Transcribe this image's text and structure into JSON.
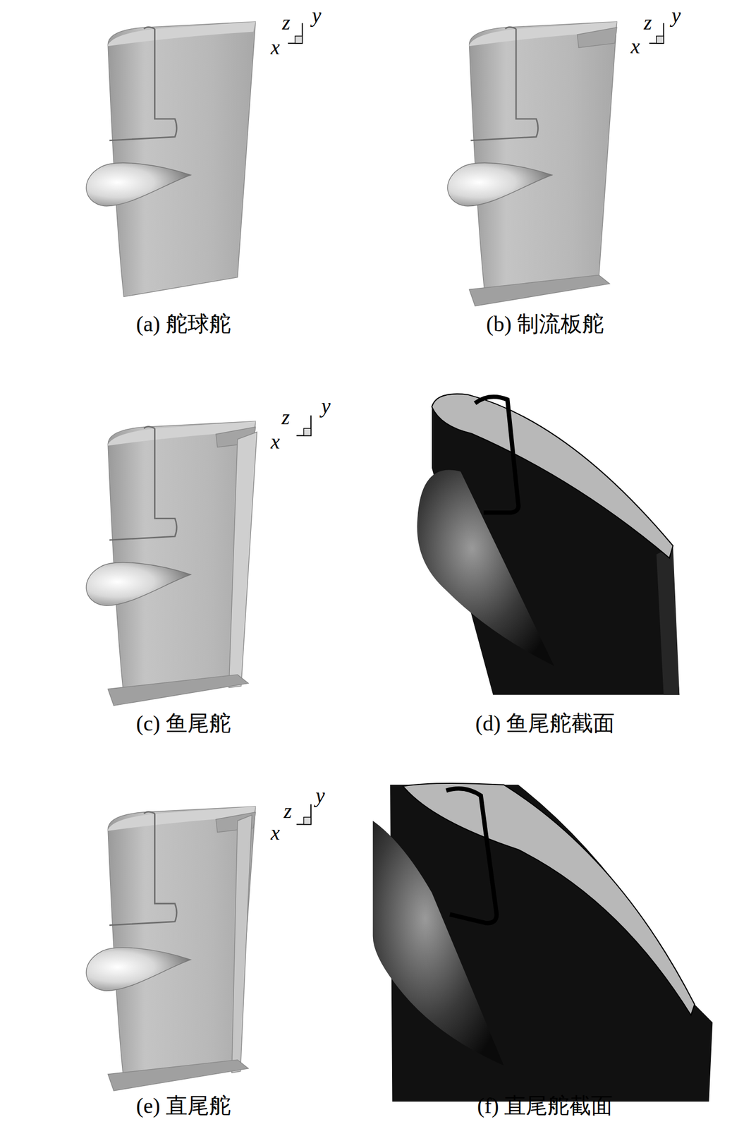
{
  "diagram": {
    "labels": [
      "z",
      "y",
      "x",
      "z",
      "y",
      "x",
      "(a) 舵球舵",
      "(b) 制流板舵",
      "z",
      "y",
      "x",
      "(c) 鱼尾舵",
      "(d) 鱼尾舵截面",
      "z",
      "y",
      "x",
      "(e) 直尾舵",
      "(f) 直尾舵截面"
    ]
  }
}
